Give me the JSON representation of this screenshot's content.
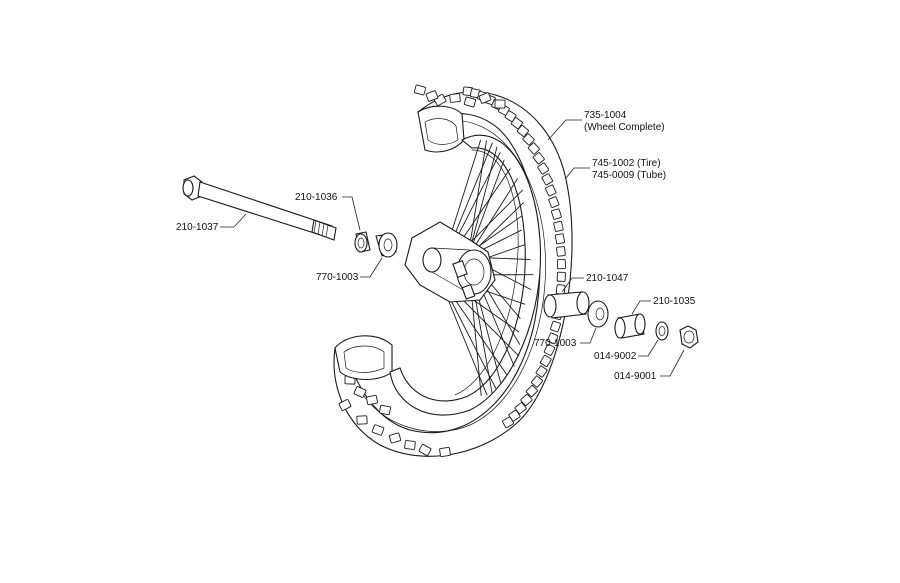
{
  "callouts": {
    "wheel_complete_pn": "735-1004",
    "wheel_complete_desc": "(Wheel Complete)",
    "tire": "745-1002 (Tire)",
    "tube": "745-0009 (Tube)",
    "axle": "210-1037",
    "spacer_left": "210-1036",
    "bearing_left": "770-1003",
    "hub_spacer": "210-1047",
    "spacer_right": "210-1035",
    "bearing_right": "770-1003",
    "washer": "014-9002",
    "nut": "014-9001"
  }
}
